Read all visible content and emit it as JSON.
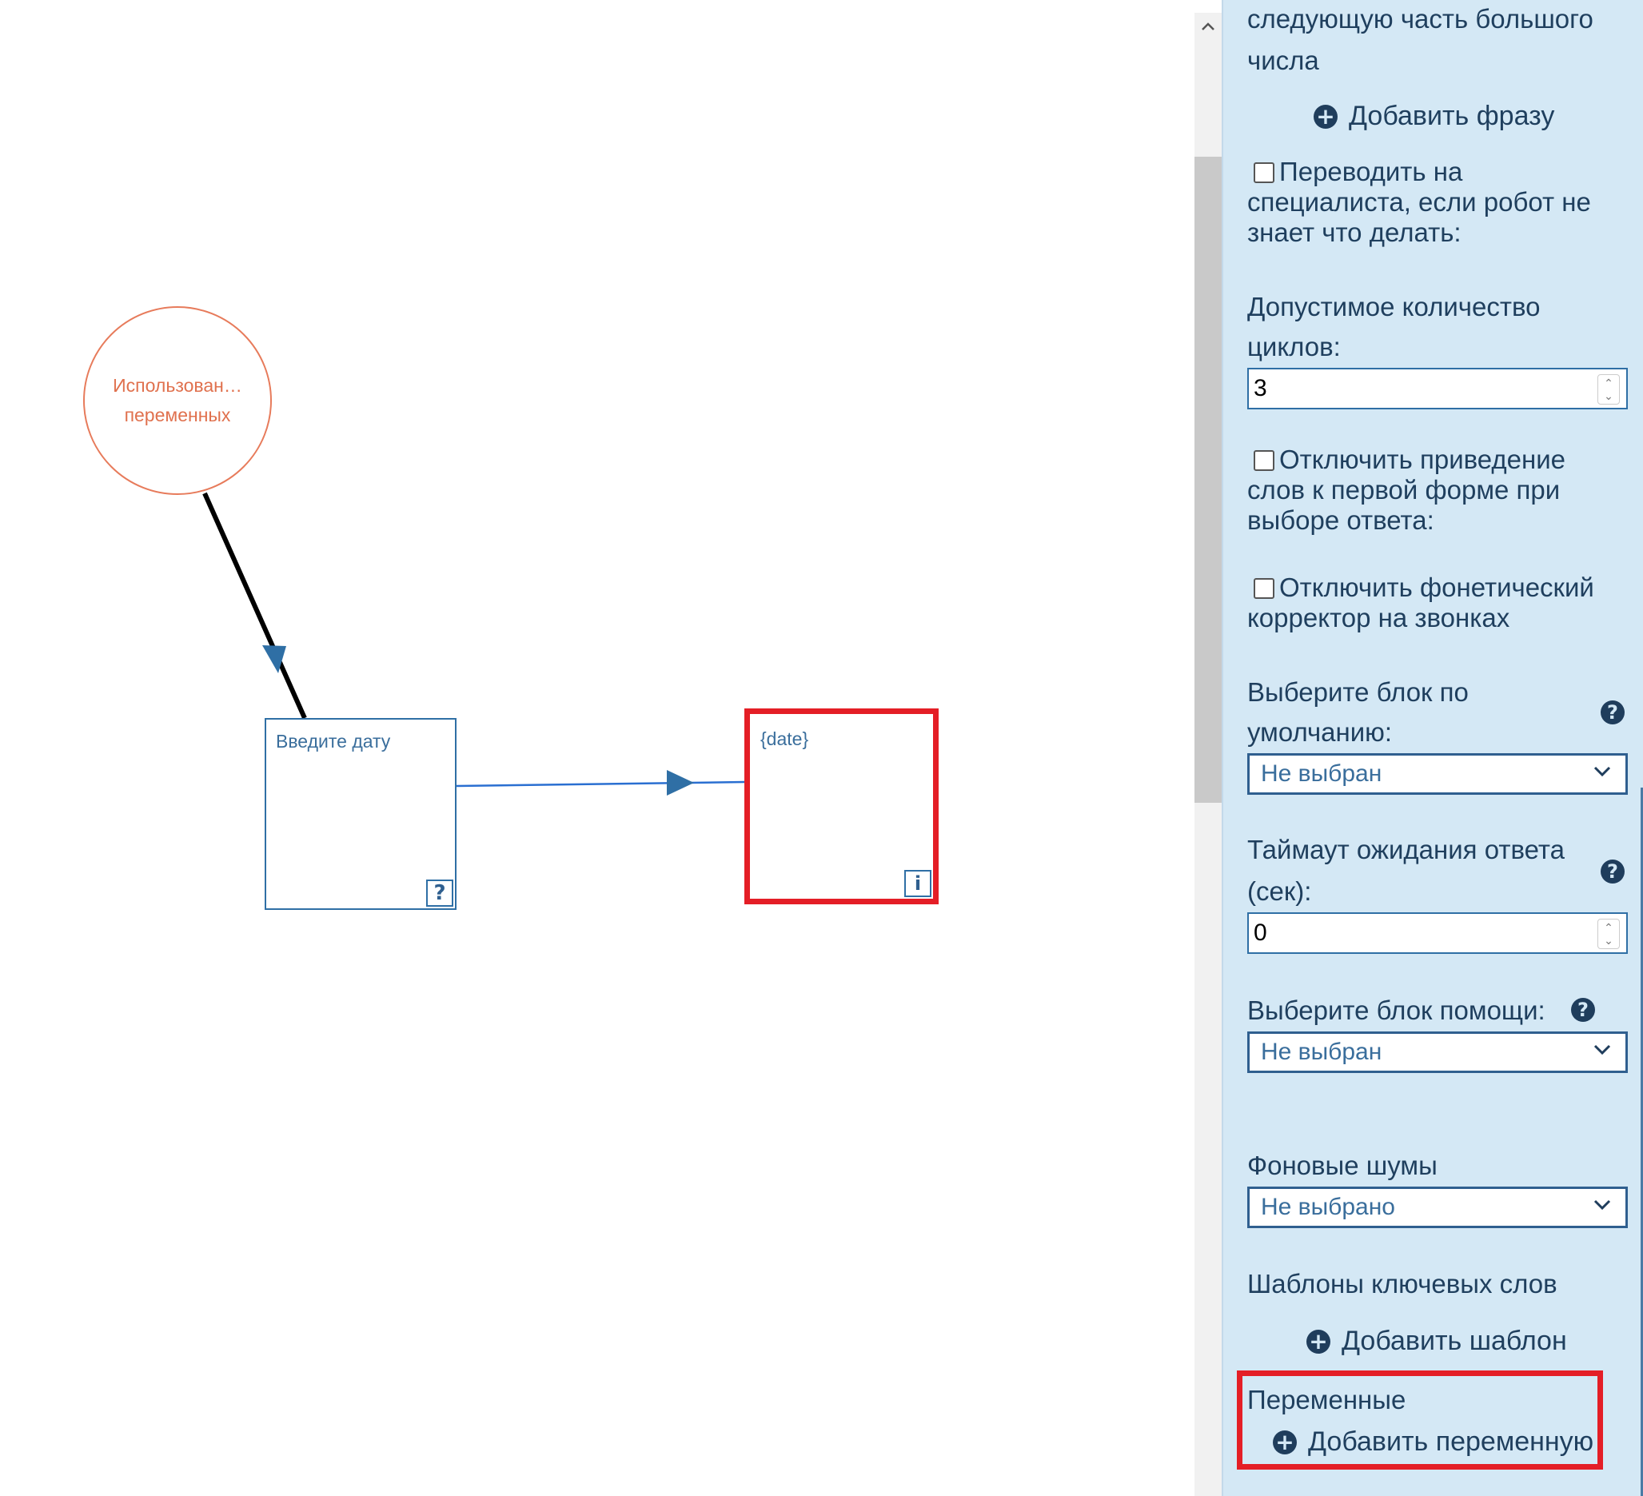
{
  "canvas": {
    "start_node": {
      "line1": "Использован…",
      "line2": "переменных"
    },
    "input_block": {
      "label": "Введите дату",
      "icon": "?"
    },
    "output_block": {
      "label": "{date}",
      "icon": "i"
    }
  },
  "panel": {
    "top_text_line1": "следующую часть большого",
    "top_text_line2": "числа",
    "add_phrase_label": "Добавить фразу",
    "transfer_checkbox_label": "Переводить на специалиста, если робот не знает что делать:",
    "cycles_label_line1": "Допустимое количество",
    "cycles_label_line2": "циклов:",
    "cycles_value": "3",
    "disable_normalization_label": "Отключить приведение слов к первой форме при выборе ответа:",
    "disable_phonetic_label": "Отключить фонетический корректор на звонках",
    "default_block_label_line1": "Выберите блок по",
    "default_block_label_line2": "умолчанию:",
    "default_block_value": "Не выбран",
    "timeout_label_line1": "Таймаут ожидания ответа",
    "timeout_label_line2": "(сек):",
    "timeout_value": "0",
    "help_block_label": "Выберите блок помощи:",
    "help_block_value": "Не выбран",
    "background_noise_label": "Фоновые шумы",
    "background_noise_value": "Не выбрано",
    "keyword_templates_label": "Шаблоны ключевых слов",
    "add_template_label": "Добавить шаблон",
    "variables_label": "Переменные",
    "add_variable_label": "Добавить переменную"
  },
  "colors": {
    "accent_red": "#e41e26",
    "panel_bg": "#d4e8f5",
    "node_blue": "#2f6fa5",
    "start_orange": "#e77b5b"
  }
}
